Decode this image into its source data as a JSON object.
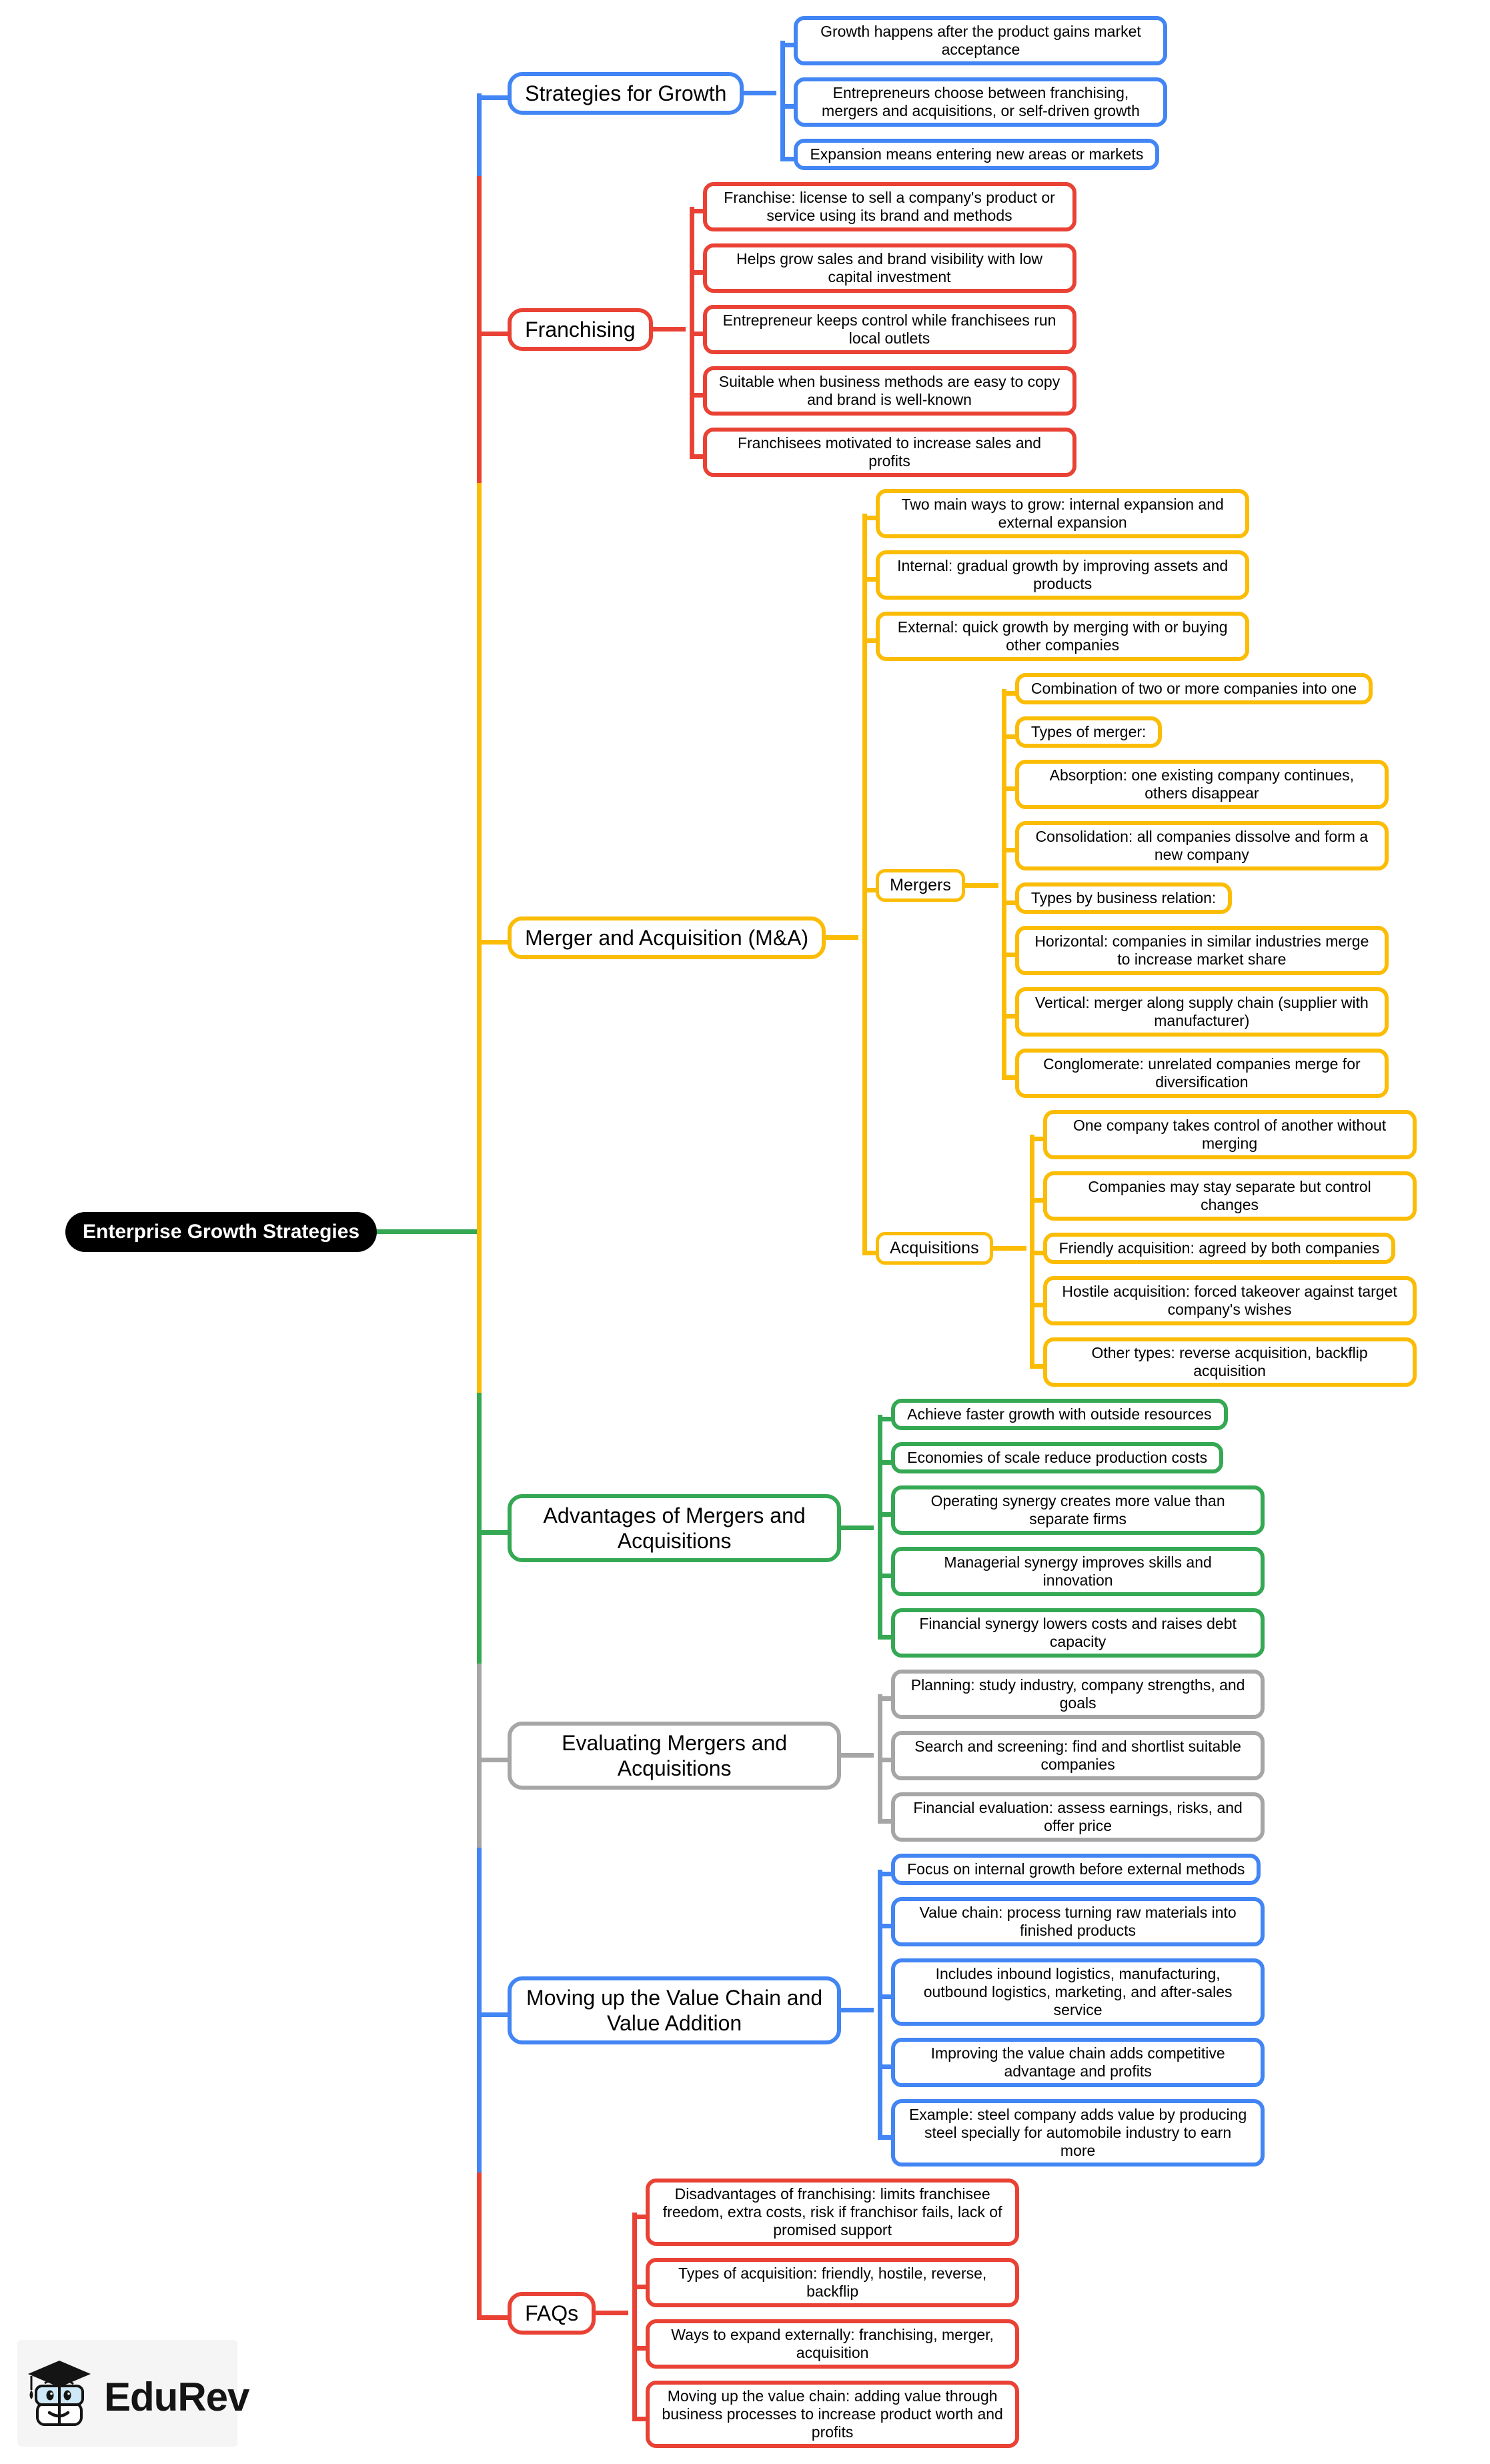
{
  "root": {
    "label": "Enterprise Growth Strategies"
  },
  "colors": {
    "blue": "#4285F4",
    "red": "#E94235",
    "yellow": "#FBBC05",
    "green": "#34A853",
    "gray": "#A6A6A6",
    "black": "#000000",
    "root_stub": "#34A853"
  },
  "branches": [
    {
      "label": "Strategies for Growth",
      "color": "#4285F4",
      "children": [
        "Growth happens after the product gains market acceptance",
        "Entrepreneurs choose between franchising, mergers and acquisitions, or self-driven growth",
        "Expansion means entering new areas or markets"
      ]
    },
    {
      "label": "Franchising",
      "color": "#E94235",
      "children": [
        "Franchise: license to sell a company's product or service using its brand and methods",
        "Helps grow sales and brand visibility with low capital investment",
        "Entrepreneur keeps control while franchisees run local outlets",
        "Suitable when business methods are easy to copy and brand is well-known",
        "Franchisees motivated to increase sales and profits"
      ]
    },
    {
      "label": "Merger and Acquisition (M&A)",
      "color": "#FBBC05",
      "children": [
        "Two main ways to grow: internal expansion and external expansion",
        "Internal: gradual growth by improving assets and products",
        "External: quick growth by merging with or buying other companies"
      ],
      "groups": [
        {
          "label": "Mergers",
          "children": [
            "Combination of two or more companies into one",
            "Types of merger:",
            "Absorption: one existing company continues, others disappear",
            "Consolidation: all companies dissolve and form a new company",
            "Types by business relation:",
            "Horizontal: companies in similar industries merge to increase market share",
            "Vertical: merger along supply chain (supplier with manufacturer)",
            "Conglomerate: unrelated companies merge for diversification"
          ]
        },
        {
          "label": "Acquisitions",
          "children": [
            "One company takes control of another without merging",
            "Companies may stay separate but control changes",
            "Friendly acquisition: agreed by both companies",
            "Hostile acquisition: forced takeover against target company's wishes",
            "Other types: reverse acquisition, backflip acquisition"
          ]
        }
      ]
    },
    {
      "label": "Advantages of Mergers and Acquisitions",
      "color": "#34A853",
      "children": [
        "Achieve faster growth with outside resources",
        "Economies of scale reduce production costs",
        "Operating synergy creates more value than separate firms",
        "Managerial synergy improves skills and innovation",
        "Financial synergy lowers costs and raises debt capacity"
      ]
    },
    {
      "label": "Evaluating Mergers and Acquisitions",
      "color": "#A6A6A6",
      "children": [
        "Planning: study industry, company strengths, and goals",
        "Search and screening: find and shortlist suitable companies",
        "Financial evaluation: assess earnings, risks, and offer price"
      ]
    },
    {
      "label": "Moving up the Value Chain and Value Addition",
      "color": "#4285F4",
      "children": [
        "Focus on internal growth before external methods",
        "Value chain: process turning raw materials into finished products",
        "Includes inbound logistics, manufacturing, outbound logistics, marketing, and after-sales service",
        "Improving the value chain adds competitive advantage and profits",
        "Example: steel company adds value by producing steel specially for automobile industry to earn more"
      ]
    },
    {
      "label": "FAQs",
      "color": "#E94235",
      "children": [
        "Disadvantages of franchising: limits franchisee freedom, extra costs, risk if franchisor fails, lack of promised support",
        "Types of acquisition: friendly, hostile, reverse, backflip",
        "Ways to expand externally: franchising, merger, acquisition",
        "Moving up the value chain: adding value through business processes to increase product worth and profits"
      ]
    }
  ],
  "logo": {
    "brand": "EduRev"
  }
}
